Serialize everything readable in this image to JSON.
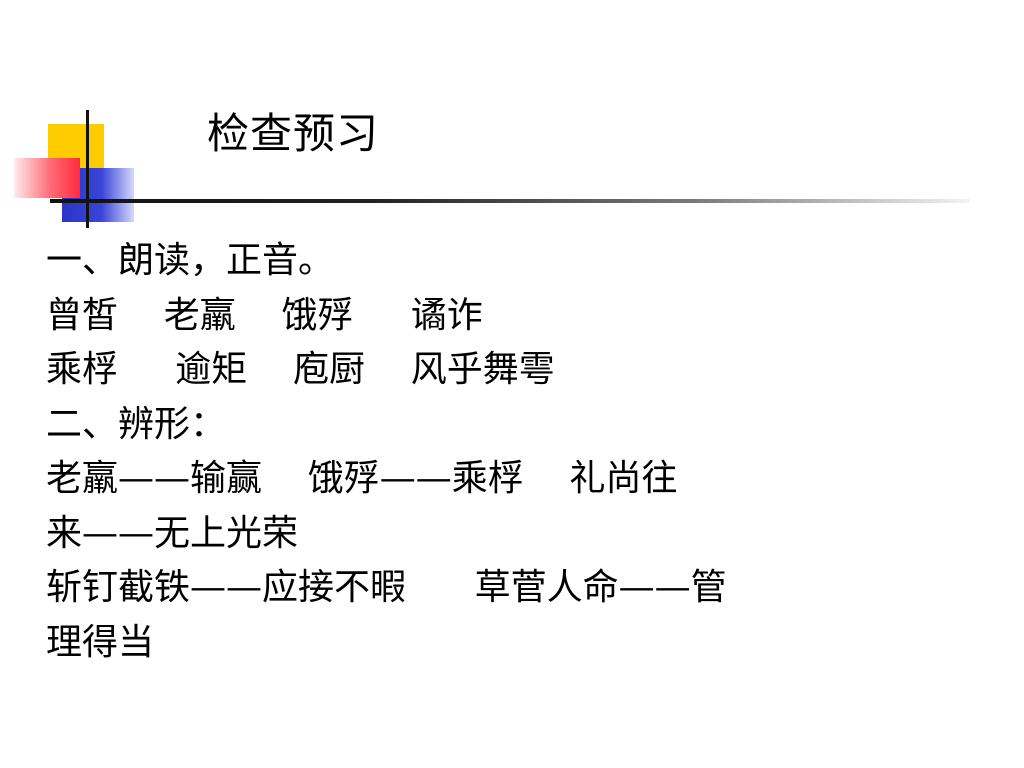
{
  "slide": {
    "title": "检查预习",
    "lines": [
      "一、朗读，正音。",
      "曾皙    老羸    饿殍     谲诈",
      "乘桴     逾矩    庖厨    风乎舞雩",
      "二、辨形：",
      "老羸——输赢    饿殍——乘桴    礼尚往",
      "来——无上光荣",
      "斩钉截铁——应接不暇      草菅人命——管",
      "理得当"
    ]
  },
  "colors": {
    "deco_yellow": "#ffcc00",
    "deco_blue": "#2a35c8",
    "deco_red": "#ff2a3a",
    "text": "#000000"
  }
}
